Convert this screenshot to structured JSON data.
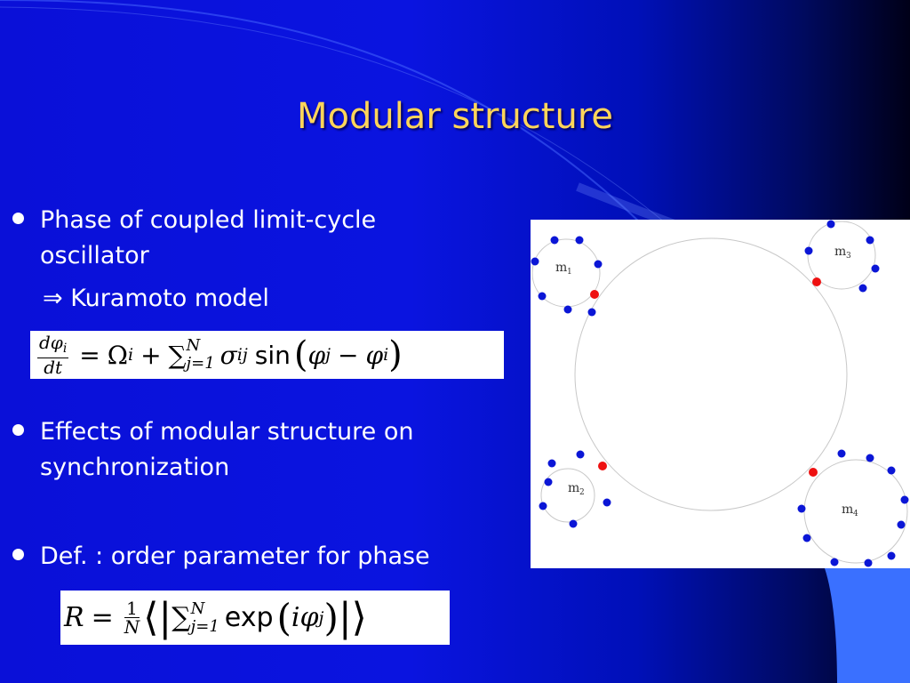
{
  "slide": {
    "title": "Modular structure",
    "bullets": [
      {
        "text_lines": [
          "Phase of coupled limit-cycle",
          "oscillator"
        ]
      },
      {
        "text_lines": [
          "Effects of modular structure on",
          "synchronization"
        ]
      },
      {
        "text_lines": [
          "Def. : order parameter for phase"
        ]
      }
    ],
    "implies_arrow": "⇒",
    "implies_text": "Kuramoto model",
    "formula1": {
      "frac_num": "dφ",
      "frac_num_sub": "i",
      "frac_den": "dt",
      "equals": "=",
      "omega": "Ω",
      "omega_sub": "i",
      "plus": "+",
      "sum": "∑",
      "sum_sub": "j=1",
      "sum_sup": "N",
      "sigma": "σ",
      "sigma_sub": "ij",
      "sin": "sin",
      "open": "(",
      "phi_j": "φ",
      "phi_j_sub": "j",
      "minus": "−",
      "phi_i": "φ",
      "phi_i_sub": "i",
      "close": ")"
    },
    "formula2": {
      "R": "R",
      "equals": "=",
      "frac_num": "1",
      "frac_den": "N",
      "langle": "⟨",
      "bar_open": "|",
      "sum": "∑",
      "sum_sub": "j=1",
      "sum_sup": "N",
      "exp": "exp",
      "open": "(",
      "i": "i",
      "phi": "φ",
      "phi_sub": "j",
      "close": ")",
      "bar_close": "|",
      "rangle": "⟩"
    }
  },
  "diagram": {
    "modules": [
      {
        "label": "m",
        "sub": "1"
      },
      {
        "label": "m",
        "sub": "2"
      },
      {
        "label": "m",
        "sub": "3"
      },
      {
        "label": "m",
        "sub": "4"
      }
    ],
    "colors": {
      "node": "#0b16d6",
      "connector": "#ee1111",
      "ring": "#c8c8c8"
    }
  }
}
